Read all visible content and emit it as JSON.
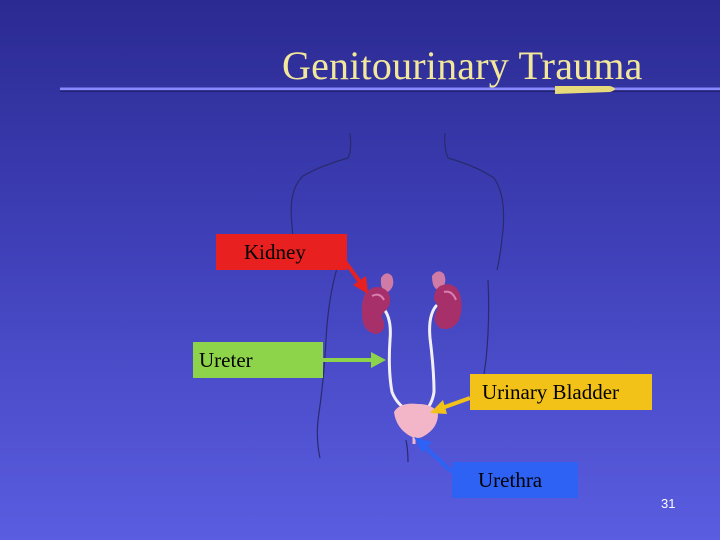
{
  "slide": {
    "title": "Genitourinary Trauma",
    "page_number": "31"
  },
  "labels": {
    "kidney": "Kidney",
    "ureter": "Ureter",
    "urinary_bladder": "Urinary Bladder",
    "urethra": "Urethra"
  },
  "colors": {
    "background_top": "#2b2a92",
    "background_bottom": "#5a5de0",
    "title": "#f2e79a",
    "kidney_box": "#e82020",
    "ureter_box": "#8ed44a",
    "bladder_box": "#f2c218",
    "urethra_box": "#2e62f4",
    "kidney_organ": "#a8306a",
    "bladder_organ": "#f2b6c8"
  }
}
